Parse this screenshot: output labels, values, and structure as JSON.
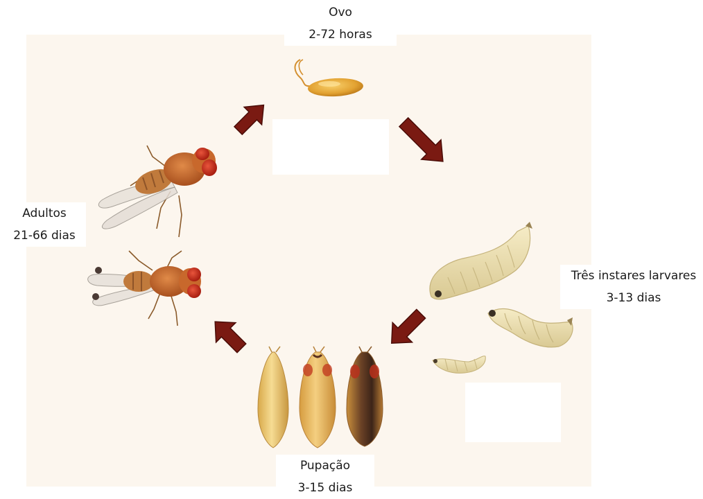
{
  "stages": {
    "egg": {
      "name": "Ovo",
      "duration": "2-72 horas"
    },
    "larva": {
      "name": "Três instares larvares",
      "duration": "3-13 dias"
    },
    "pupa": {
      "name": "Pupação",
      "duration": "3-15 dias"
    },
    "adult": {
      "name": "Adultos",
      "duration": "21-66 dias"
    }
  },
  "colors": {
    "background_panel": "#fcf6ee",
    "arrow": "#7a1a12",
    "arrow_shadow": "#4a0d08",
    "egg": "#e0a030",
    "larva_body": "#efe3b4",
    "larva_segment": "#c9b97e",
    "pupa_light": "#f1d285",
    "pupa_dark": "#4a2c1c",
    "fly_body": "#c8692e",
    "fly_eye": "#c7301c",
    "wing": "#dcd6cf"
  },
  "icons": [
    "egg-icon",
    "larva-icon",
    "pupa-icon",
    "adult-fly-icon",
    "cycle-arrow-icon"
  ]
}
